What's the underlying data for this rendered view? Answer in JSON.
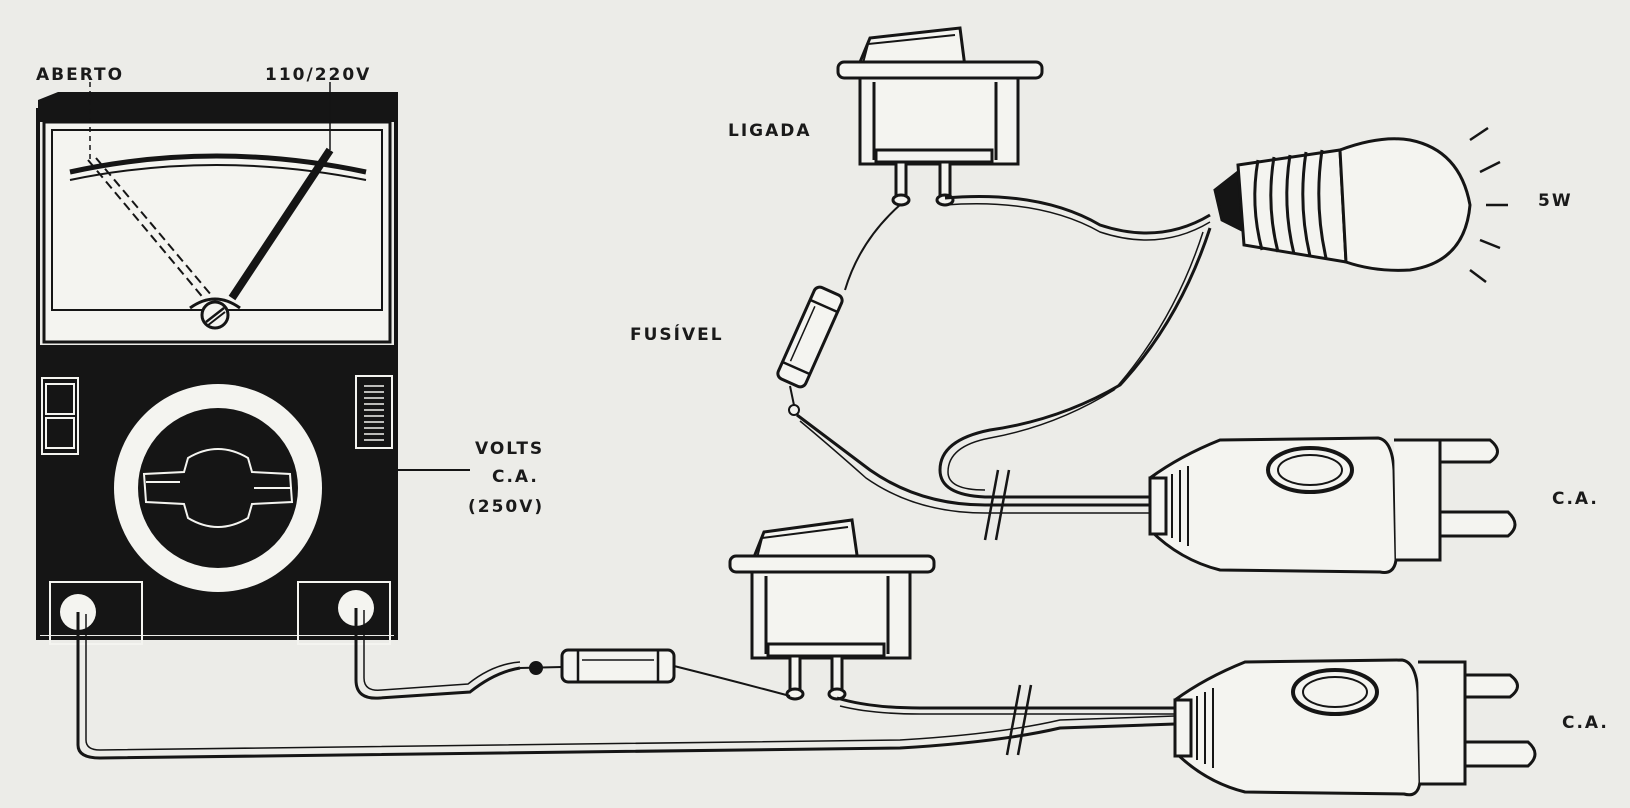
{
  "labels": {
    "aberto": "ABERTO",
    "voltage_range": "110/220V",
    "ligada": "LIGADA",
    "fusivel": "FUSÍVEL",
    "volts_line1": "VOLTS",
    "volts_line2": "C.A.",
    "volts_line3": "(250V)",
    "lamp_power": "5W",
    "ca_top": "C.A.",
    "ca_bottom": "C.A."
  },
  "colors": {
    "ink": "#1a1a1a",
    "paper": "#ecece8",
    "meter_panel": "#151515"
  }
}
